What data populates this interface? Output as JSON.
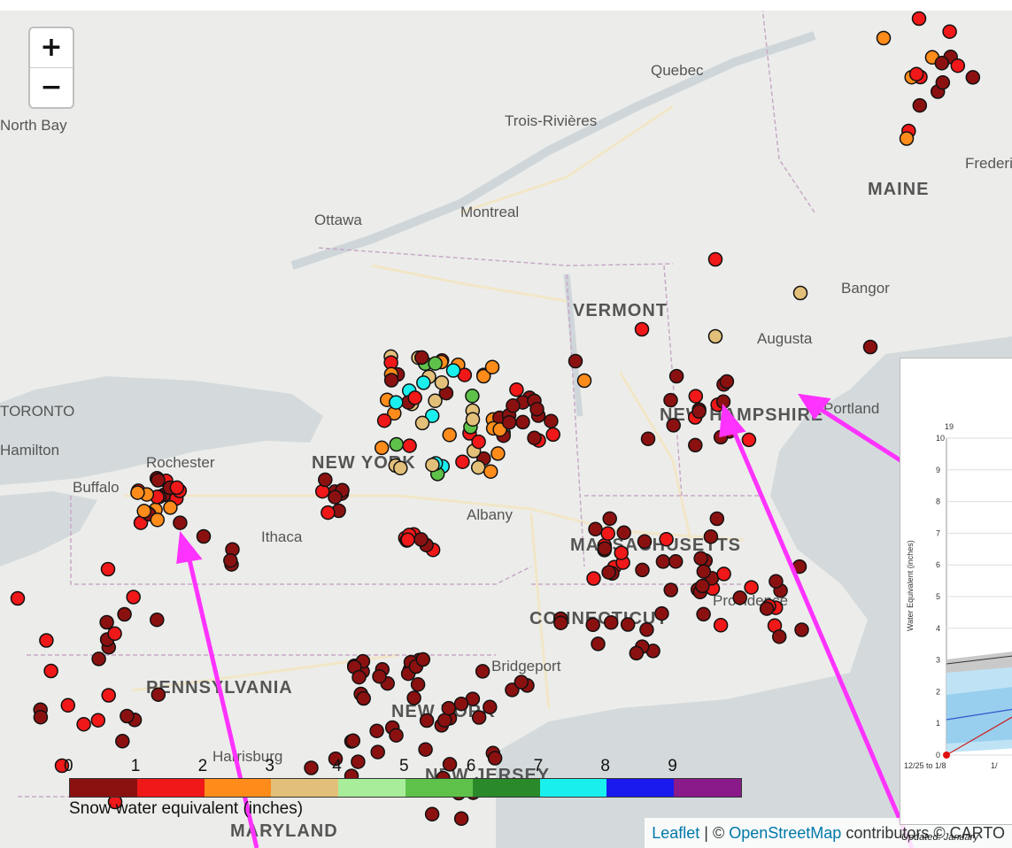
{
  "map": {
    "zoom_in": "+",
    "zoom_out": "−",
    "places": [
      {
        "name": "Quebec",
        "type": "city"
      },
      {
        "name": "Trois-Rivières",
        "type": "city"
      },
      {
        "name": "North Bay",
        "type": "city"
      },
      {
        "name": "Ottawa",
        "type": "city"
      },
      {
        "name": "Montreal",
        "type": "city"
      },
      {
        "name": "Bangor",
        "type": "city"
      },
      {
        "name": "Augusta",
        "type": "city"
      },
      {
        "name": "Portland",
        "type": "city"
      },
      {
        "name": "Albany",
        "type": "city"
      },
      {
        "name": "Ithaca",
        "type": "city"
      },
      {
        "name": "Rochester",
        "type": "city"
      },
      {
        "name": "Buffalo",
        "type": "city"
      },
      {
        "name": "Providence",
        "type": "city"
      },
      {
        "name": "Bridgeport",
        "type": "city"
      },
      {
        "name": "Harrisburg",
        "type": "city"
      },
      {
        "name": "TORONTO",
        "type": "city"
      },
      {
        "name": "Hamilton",
        "type": "city"
      },
      {
        "name": "NEW YORK",
        "type": "city"
      },
      {
        "name": "Fredericton",
        "type": "city"
      },
      {
        "name": "MAINE",
        "type": "state"
      },
      {
        "name": "VERMONT",
        "type": "state"
      },
      {
        "name": "NEW HAMPSHIRE",
        "type": "state"
      },
      {
        "name": "NEW YORK",
        "type": "state"
      },
      {
        "name": "MASSACHUSETTS",
        "type": "state"
      },
      {
        "name": "CONNECTICUT",
        "type": "state"
      },
      {
        "name": "PENNSYLVANIA",
        "type": "state"
      },
      {
        "name": "NEW JERSEY",
        "type": "state"
      },
      {
        "name": "MARYLAND",
        "type": "state"
      }
    ]
  },
  "legend": {
    "ticks": [
      "0",
      "1",
      "2",
      "3",
      "4",
      "5",
      "6",
      "7",
      "8",
      "9"
    ],
    "title": "Snow water equivalent (inches)",
    "colors": [
      "#8b1111",
      "#f01818",
      "#ff8c1a",
      "#e3c07a",
      "#a8ee9a",
      "#5ec24a",
      "#2a8a2a",
      "#19f0ee",
      "#1a1aee",
      "#8a1a8a"
    ]
  },
  "attribution": {
    "leaflet": "Leaflet",
    "sep": " | © ",
    "osm": "OpenStreetMap",
    "rest": " contributors © CARTO"
  },
  "inset": {
    "axis_label": "Water Equivalent (inches)",
    "y_ticks": [
      "0",
      "1",
      "2",
      "3",
      "4",
      "5",
      "6",
      "7",
      "8",
      "9",
      "10"
    ],
    "top_value": "19",
    "x_tick_first": "12/25 to 1/8",
    "x_tick_second": "1/",
    "updated": "Updated: January"
  },
  "title_partial": "p           y     y         , "
}
